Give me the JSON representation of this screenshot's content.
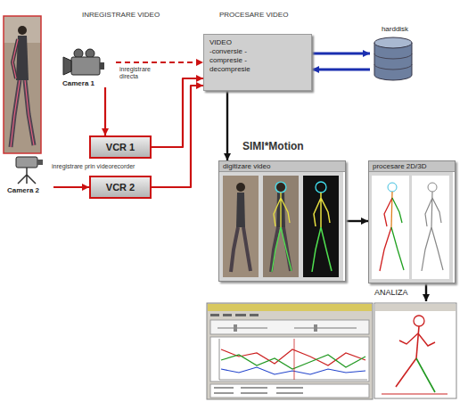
{
  "diagram": {
    "nodes": [
      {
        "text": [
          "Camera 1"
        ]
      },
      {
        "text": [
          "VIDEO",
          "-conversie -compresie -decompresie"
        ]
      },
      {
        "text": [
          "harddisk"
        ]
      },
      {
        "text": [
          "VCR 1"
        ]
      },
      {
        "text": [
          "VCR 2"
        ]
      },
      {
        "text": [
          "Camera 2"
        ]
      },
      {
        "text": [
          "digitizare video"
        ]
      },
      {
        "text": [
          "procesare 2D/3D"
        ]
      },
      {
        "text": [
          "ANALIZA"
        ]
      }
    ],
    "edges": [
      {
        "from": 0,
        "to": 1,
        "label": "inregistrare directa",
        "arrow": "to"
      },
      {
        "from": 0,
        "to": 3,
        "arrow": "to"
      },
      {
        "from": 5,
        "to": 4,
        "arrow": "to"
      },
      {
        "from": 3,
        "to": 1,
        "arrow": "to"
      },
      {
        "from": 4,
        "to": 1,
        "arrow": "to"
      },
      {
        "from": 1,
        "to": 2,
        "arrow": "to"
      },
      {
        "from": 2,
        "to": 1,
        "arrow": "to"
      },
      {
        "from": 1,
        "to": 6,
        "arrow": "to"
      },
      {
        "from": 6,
        "to": 7,
        "arrow": "to"
      },
      {
        "from": 7,
        "to": 8,
        "arrow": "to"
      }
    ],
    "labels": [
      "INREGISTRARE VIDEO",
      "PROCESARE VIDEO",
      "inregistrare prin videorecorder",
      "SIMI*Motion"
    ]
  }
}
